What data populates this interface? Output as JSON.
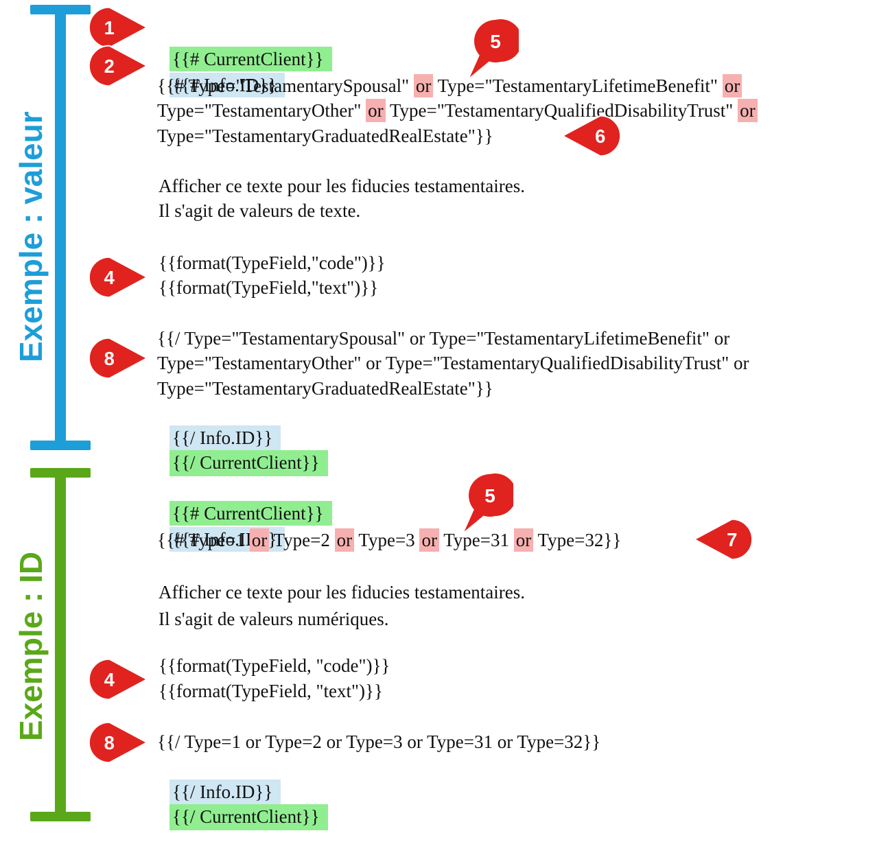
{
  "colors": {
    "blue_bracket": "#1d9ed8",
    "green_bracket": "#5aa81a",
    "green_highlight": "#90ee90",
    "blue_highlight": "#cfe6f3",
    "red_highlight": "#f7b0b0",
    "badge_red": "#e0231f"
  },
  "section1": {
    "label": "Exemple : valeur",
    "lines": {
      "open_client": "{{# CurrentClient}}",
      "open_info": "{{# Info.ID}}",
      "cond1_a": "{{# Type=\"TestamentarySpousal\" ",
      "cond1_or1": "or",
      "cond1_b": " Type=\"TestamentaryLifetimeBenefit\" ",
      "cond1_or2": "or",
      "cond2_a": "Type=\"TestamentaryOther\" ",
      "cond2_or1": "or",
      "cond2_b": " Type=\"TestamentaryQualifiedDisabilityTrust\" ",
      "cond2_or2": "or",
      "cond3": "Type=\"TestamentaryGraduatedRealEstate\"}}",
      "text1": "Afficher ce texte pour les fiducies testamentaires.",
      "text2": "Il s'agit de valeurs de texte.",
      "fmt1": "{{format(TypeField,\"code\")}}",
      "fmt2": "{{format(TypeField,\"text\")}}",
      "close1": "{{/ Type=\"TestamentarySpousal\" or Type=\"TestamentaryLifetimeBenefit\" or",
      "close2": "Type=\"TestamentaryOther\" or Type=\"TestamentaryQualifiedDisabilityTrust\" or",
      "close3": "Type=\"TestamentaryGraduatedRealEstate\"}}",
      "close_info": "{{/ Info.ID}}",
      "close_client": "{{/ CurrentClient}}"
    }
  },
  "section2": {
    "label": "Exemple : ID",
    "lines": {
      "open_client": "{{# CurrentClient}}",
      "open_info": "{{# Info.ID}}",
      "c_a": "{{# Type=1 ",
      "c_or1": "or",
      "c_b": " Type=2 ",
      "c_or2": "or",
      "c_c": " Type=3 ",
      "c_or3": "or",
      "c_d": " Type=31 ",
      "c_or4": "or",
      "c_e": " Type=32}}",
      "text1": "Afficher ce texte pour les fiducies testamentaires.",
      "text2": "Il s'agit de valeurs numériques.",
      "fmt1": "{{format(TypeField, \"code\")}}",
      "fmt2": "{{format(TypeField, \"text\")}}",
      "close1": "{{/ Type=1 or Type=2 or Type=3 or Type=31 or Type=32}}",
      "close_info": "{{/ Info.ID}}",
      "close_client": "{{/ CurrentClient}}"
    }
  },
  "badges": {
    "b1": "1",
    "b2": "2",
    "b5a": "5",
    "b6": "6",
    "b4a": "4",
    "b8a": "8",
    "b5b": "5",
    "b7": "7",
    "b4b": "4",
    "b8b": "8"
  }
}
